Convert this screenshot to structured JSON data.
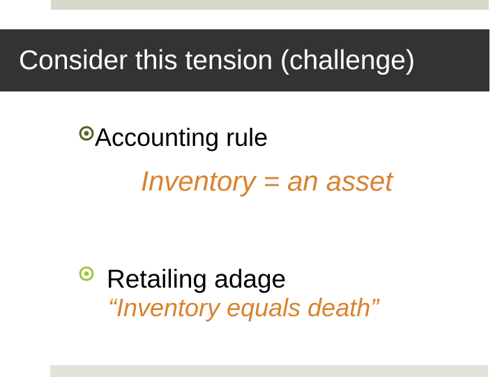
{
  "slide": {
    "title": "Consider this tension (challenge)",
    "bullets": [
      {
        "icon": "radio-bullet-icon",
        "icon_color": "#5a611c",
        "label": "Accounting rule",
        "sub": "Inventory = an asset"
      },
      {
        "icon": "radio-bullet-icon",
        "icon_color": "#9fc63c",
        "label": "Retailing adage",
        "sub": "“Inventory equals death”"
      }
    ],
    "accent_colors": {
      "title_band_background": "#333333",
      "title_text": "#ffffff",
      "top_accent_bar": "#d6d9ca",
      "bottom_accent_bar": "#e2e4da",
      "emphasis_text": "#d9822d"
    }
  }
}
